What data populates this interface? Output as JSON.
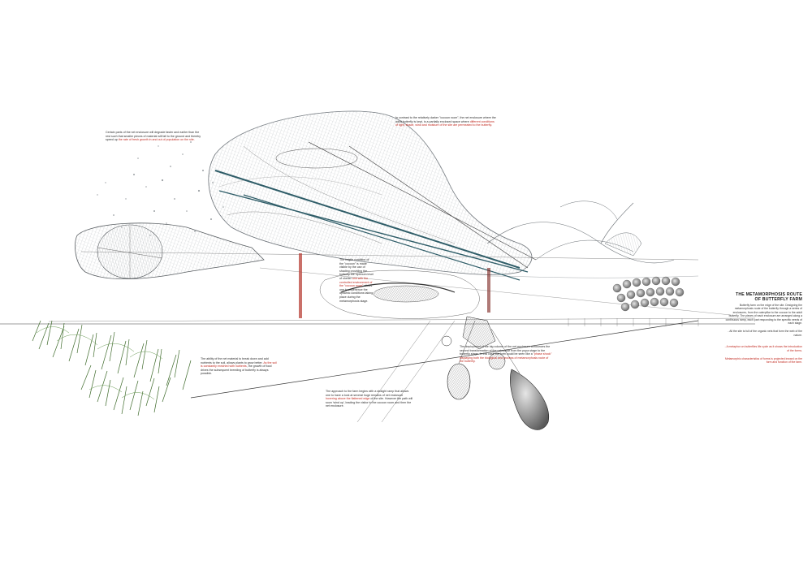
{
  "title": {
    "line1": "THE METAMORPHOSIS ROUTE",
    "line2": "OF BUTTERFLY FARM"
  },
  "notes": {
    "top_left": {
      "text": "Certain parts of the net enclosure will degrade faster and earlier than the rest such that smaller pieces of material will fall to the ground and thereby speed up",
      "red": "the rate of fresh growth in and out of population on the site."
    },
    "top_center": {
      "text": "In contrast to the relatively darker \"cocoon room\", the net enclosure where the adult butterfly is kept, is a partially enclosed space where",
      "red": "different conditions of light, shade, wind and moisture of the site are permeated to the butterfly."
    },
    "mid_fragile": {
      "text": "The fragile condition of the \"cocoon\" is made visible by the use of shading providing the butterfly the optimum level of shelter",
      "red": "and with the controlled environment of the \"cocoon room\"",
      "text2": "allows one to experience the dynamic conditions taking place during the metamorphosis stage."
    },
    "lower_left": {
      "text": "The ability of the net material to break down and add nutrients to the soil, allows plants to grow better.",
      "red": "As the soil is constantly enriched with nutrients",
      "text2": ", the growth of food drives the subsequent breeding of butterfly is always possible."
    },
    "lower_mid": {
      "text": "The approach to the farm begins with a straight ramp that allows one to have a look at several huge remains of net enclosure",
      "red": "hovering above the flattened edge",
      "text2": "of the site. However the path will soon 'wind up', leading the visitor to the cocoon room and then the net enclosure."
    },
    "lower_right": {
      "text": "The deployment of the big volume of the net enclosure announces the second transformation of the caterpillar from the pupa stage to the butterfly stage. In this case the form could be seen like a",
      "red": "\"phase shock\" displaying both the biological and process of metamorphosis route of the butterfly."
    }
  },
  "side_text": {
    "body": "Butterfly farm on the edge of the site. Designing the metamorphosis route of the butterfly through a series of enclosures, from the caterpillar to the cocoon to the adult butterfly. The pieces of each enclosure are arranged along a continuous ramp, each part responding to the specific needs of each stage.",
    "note": "- All the site is full of the organic nets that form the web of the nature.",
    "red1": "- A metaphor on butterflies life cycle as it shows the introduction of the forms.",
    "red2": "Metamorphic characteristics of forms is projected inward on the form and function of the farm."
  },
  "colors": {
    "ink": "#2a2a2a",
    "accent_red": "#c0281e",
    "teal_beam": "#2f5d68",
    "foliage": "#3f6b2c",
    "mesh": "#8c9298"
  }
}
